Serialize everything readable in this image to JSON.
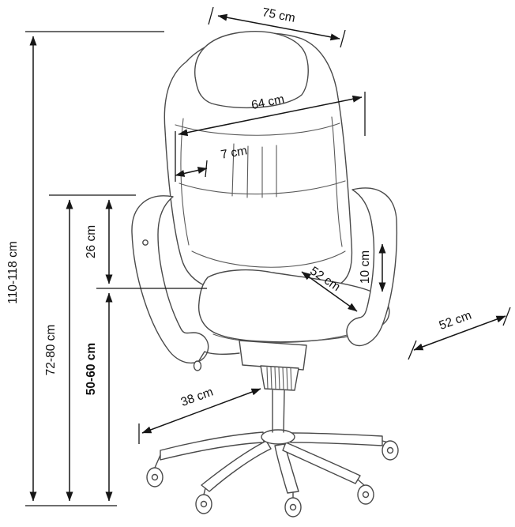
{
  "meta": {
    "background_color": "#ffffff",
    "sketch_ink_color": "#4a4a4a",
    "dimension_ink_color": "#161616"
  },
  "dimensions": {
    "overall_height": "110-118 cm",
    "armrest_floor_height": "72-80 cm",
    "armrest_seat_height": "26 cm",
    "seat_height": "50-60 cm",
    "overall_width": "75 cm",
    "backrest_width": "64 cm",
    "armrest_pad_width": "7 cm",
    "seat_width": "52 cm",
    "cushion_thickness": "10 cm",
    "seat_depth": "52 cm",
    "base_leg_length": "38 cm"
  }
}
